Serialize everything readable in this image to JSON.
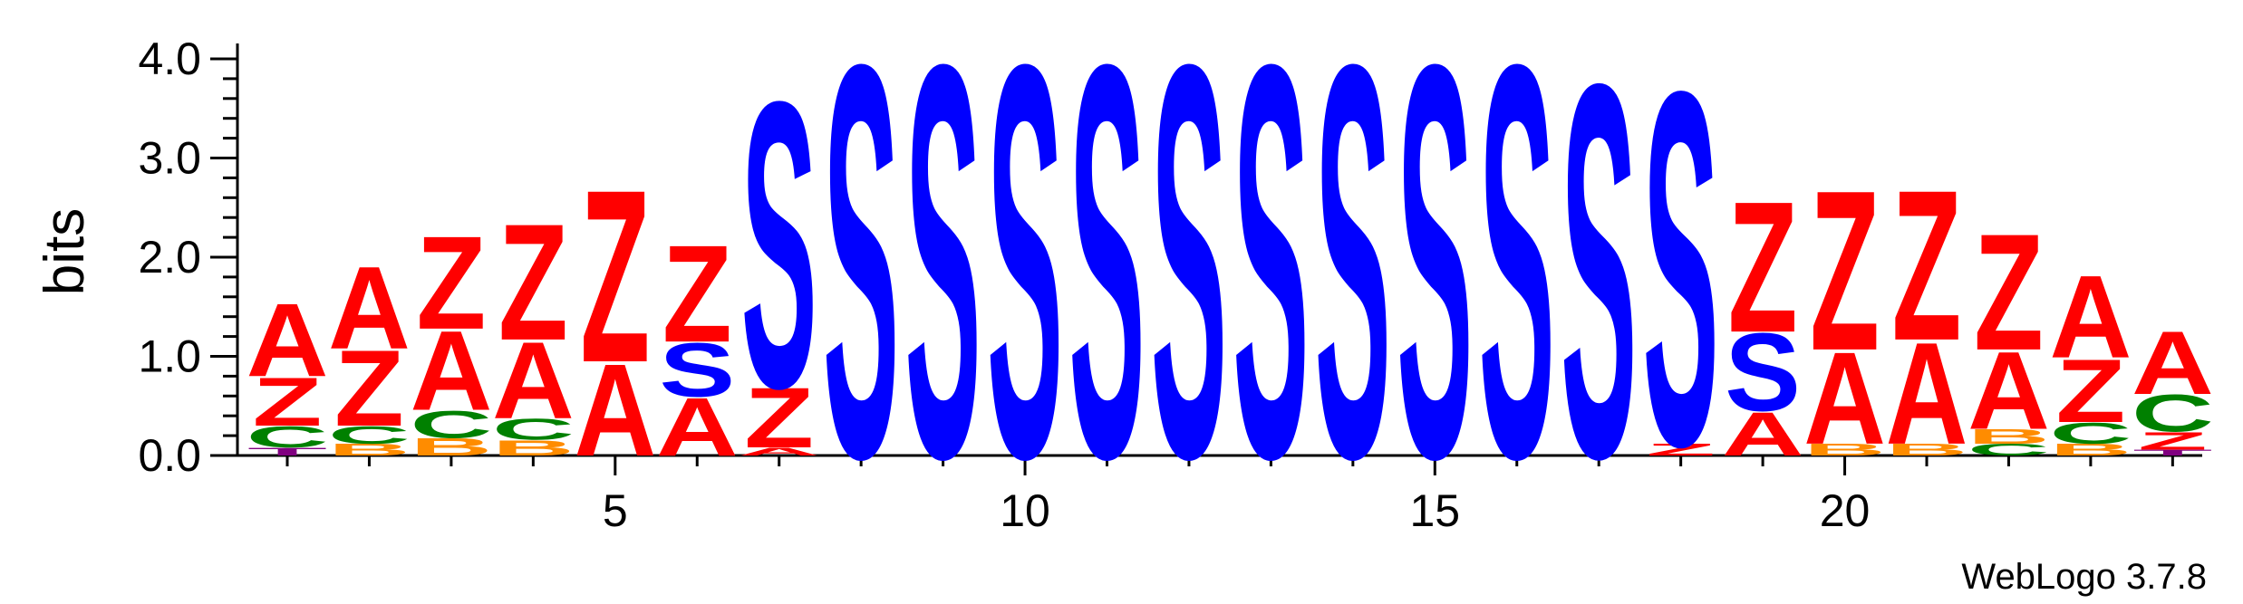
{
  "chart_data": {
    "type": "sequence-logo",
    "ylabel": "bits",
    "ylim": [
      0,
      4.0
    ],
    "yticks": [
      "0.0",
      "1.0",
      "2.0",
      "3.0",
      "4.0"
    ],
    "xticks": [
      5,
      10,
      15,
      20
    ],
    "credit": "WebLogo 3.7.8",
    "colors": {
      "A": "#ff0000",
      "Z": "#ff0000",
      "S": "#0000ff",
      "C": "#008000",
      "B": "#ff8c00",
      "T": "#800080"
    },
    "positions": [
      {
        "pos": 1,
        "stack": [
          [
            "T",
            0.08
          ],
          [
            "C",
            0.22
          ],
          [
            "Z",
            0.5
          ],
          [
            "A",
            0.75
          ]
        ]
      },
      {
        "pos": 2,
        "stack": [
          [
            "B",
            0.12
          ],
          [
            "C",
            0.18
          ],
          [
            "Z",
            0.78
          ],
          [
            "A",
            0.85
          ]
        ]
      },
      {
        "pos": 3,
        "stack": [
          [
            "B",
            0.18
          ],
          [
            "C",
            0.28
          ],
          [
            "A",
            0.82
          ],
          [
            "Z",
            0.96
          ]
        ]
      },
      {
        "pos": 4,
        "stack": [
          [
            "B",
            0.16
          ],
          [
            "C",
            0.22
          ],
          [
            "A",
            0.79
          ],
          [
            "Z",
            1.2
          ]
        ]
      },
      {
        "pos": 5,
        "stack": [
          [
            "A",
            0.95
          ],
          [
            "Z",
            1.78
          ]
        ]
      },
      {
        "pos": 6,
        "stack": [
          [
            "A",
            0.6
          ],
          [
            "S",
            0.55
          ],
          [
            "Z",
            1.0
          ]
        ]
      },
      {
        "pos": 7,
        "stack": [
          [
            "A",
            0.08
          ],
          [
            "Z",
            0.62
          ],
          [
            "S",
            2.95
          ]
        ]
      },
      {
        "pos": 8,
        "stack": [
          [
            "S",
            4.05
          ]
        ]
      },
      {
        "pos": 9,
        "stack": [
          [
            "S",
            4.05
          ]
        ]
      },
      {
        "pos": 10,
        "stack": [
          [
            "S",
            4.05
          ]
        ]
      },
      {
        "pos": 11,
        "stack": [
          [
            "S",
            4.05
          ]
        ]
      },
      {
        "pos": 12,
        "stack": [
          [
            "S",
            4.05
          ]
        ]
      },
      {
        "pos": 13,
        "stack": [
          [
            "S",
            4.05
          ]
        ]
      },
      {
        "pos": 14,
        "stack": [
          [
            "S",
            4.05
          ]
        ]
      },
      {
        "pos": 15,
        "stack": [
          [
            "S",
            4.05
          ]
        ]
      },
      {
        "pos": 16,
        "stack": [
          [
            "S",
            4.05
          ]
        ]
      },
      {
        "pos": 17,
        "stack": [
          [
            "S",
            3.85
          ]
        ]
      },
      {
        "pos": 18,
        "stack": [
          [
            "Z",
            0.12
          ],
          [
            "S",
            3.65
          ]
        ]
      },
      {
        "pos": 19,
        "stack": [
          [
            "A",
            0.45
          ],
          [
            "S",
            0.8
          ],
          [
            "Z",
            1.35
          ]
        ]
      },
      {
        "pos": 20,
        "stack": [
          [
            "B",
            0.12
          ],
          [
            "A",
            0.95
          ],
          [
            "Z",
            1.65
          ]
        ]
      },
      {
        "pos": 21,
        "stack": [
          [
            "B",
            0.12
          ],
          [
            "A",
            1.05
          ],
          [
            "Z",
            1.55
          ]
        ]
      },
      {
        "pos": 22,
        "stack": [
          [
            "C",
            0.12
          ],
          [
            "B",
            0.15
          ],
          [
            "A",
            0.8
          ],
          [
            "Z",
            1.2
          ]
        ]
      },
      {
        "pos": 23,
        "stack": [
          [
            "B",
            0.12
          ],
          [
            "C",
            0.22
          ],
          [
            "Z",
            0.65
          ],
          [
            "A",
            0.85
          ]
        ]
      },
      {
        "pos": 24,
        "stack": [
          [
            "T",
            0.06
          ],
          [
            "Z",
            0.18
          ],
          [
            "C",
            0.38
          ],
          [
            "A",
            0.65
          ]
        ]
      }
    ]
  }
}
